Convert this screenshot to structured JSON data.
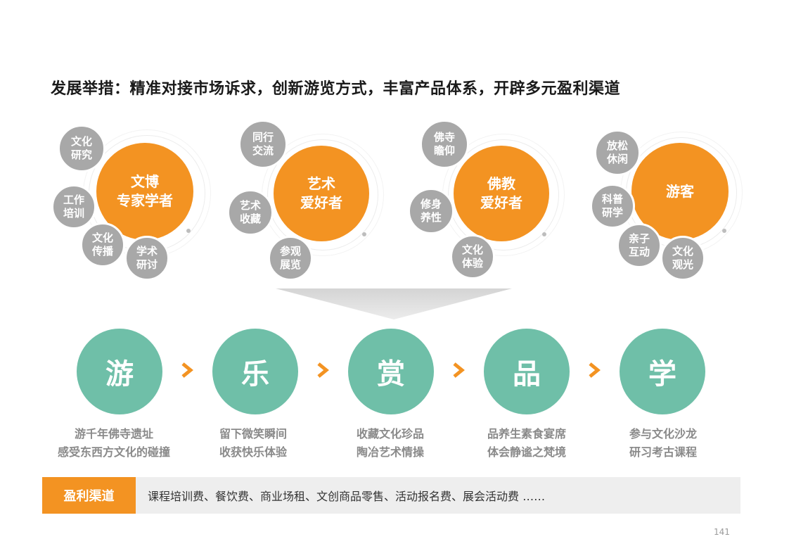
{
  "title": "发展举措：精准对接市场诉求，创新游览方式，丰富产品体系，开辟多元盈利渠道",
  "groups": [
    {
      "main": [
        "文博",
        "专家学者"
      ],
      "satellites": [
        [
          "文化",
          "研究"
        ],
        [
          "工作",
          "培训"
        ],
        [
          "文化",
          "传播"
        ],
        [
          "学术",
          "研讨"
        ]
      ]
    },
    {
      "main": [
        "艺术",
        "爱好者"
      ],
      "satellites": [
        [
          "同行",
          "交流"
        ],
        [
          "艺术",
          "收藏"
        ],
        [
          "参观",
          "展览"
        ]
      ]
    },
    {
      "main": [
        "佛教",
        "爱好者"
      ],
      "satellites": [
        [
          "佛寺",
          "瞻仰"
        ],
        [
          "修身",
          "养性"
        ],
        [
          "文化",
          "体验"
        ]
      ]
    },
    {
      "main": [
        "游客"
      ],
      "satellites": [
        [
          "放松",
          "休闲"
        ],
        [
          "科普",
          "研学"
        ],
        [
          "亲子",
          "互动"
        ],
        [
          "文化",
          "观光"
        ]
      ]
    }
  ],
  "stages": [
    {
      "char": "游",
      "desc": [
        "游千年佛寺遗址",
        "感受东西方文化的碰撞"
      ]
    },
    {
      "char": "乐",
      "desc": [
        "留下微笑瞬间",
        "收获快乐体验"
      ]
    },
    {
      "char": "赏",
      "desc": [
        "收藏文化珍品",
        "陶冶艺术情操"
      ]
    },
    {
      "char": "品",
      "desc": [
        "品养生素食宴席",
        "体会静谧之梵境"
      ]
    },
    {
      "char": "学",
      "desc": [
        "参与文化沙龙",
        "研习考古课程"
      ]
    }
  ],
  "revenue": {
    "label": "盈利渠道",
    "text": "课程培训费、餐饮费、商业场租、文创商品零售、活动报名费、展会活动费 ……"
  },
  "page_number": "141",
  "colors": {
    "accent": "#f39322",
    "teal": "#6fbfa8",
    "gray": "#a8a8a8"
  }
}
